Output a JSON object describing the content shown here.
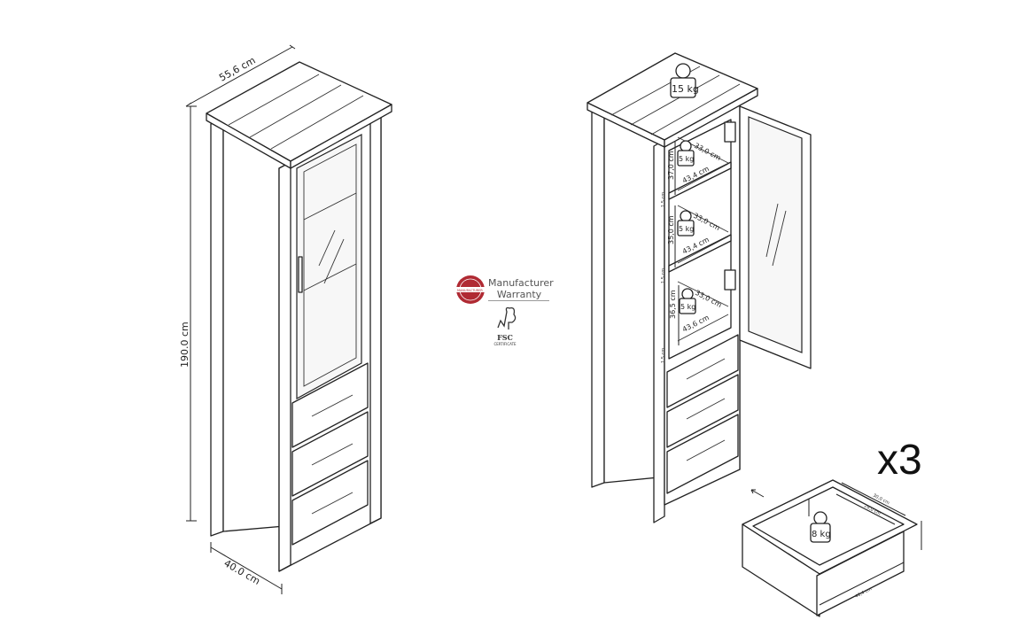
{
  "left_cabinet": {
    "width_label": "55,6 cm",
    "height_label": "190.0 cm",
    "depth_label": "40.0 cm"
  },
  "badges": {
    "warranty_seal_text": "MANUFACTURER",
    "warranty_line1": "Manufacturer",
    "warranty_line2": "Warranty",
    "fsc_label": "FSC",
    "fsc_sub": "CERTIFICATE"
  },
  "right_cabinet": {
    "top_load": "15 kg",
    "shelves": [
      {
        "load": "5 kg",
        "depth": "33,0 cm",
        "width": "43,4 cm",
        "height": "37,0 cm",
        "spacer": "1,5 cm"
      },
      {
        "load": "5 kg",
        "depth": "33,0 cm",
        "width": "43,4 cm",
        "height": "35,0 cm",
        "spacer": "1,5 cm"
      },
      {
        "load": "5 kg",
        "depth": "33,0 cm",
        "width": "43,6 cm",
        "height": "36,5 cm",
        "spacer": "1,5 cm"
      }
    ]
  },
  "drawer": {
    "multiplier": "x3",
    "load": "8 kg",
    "outer_depth": "30,0 cm",
    "inner_depth": "29,0 cm",
    "width": "40,4 cm"
  }
}
